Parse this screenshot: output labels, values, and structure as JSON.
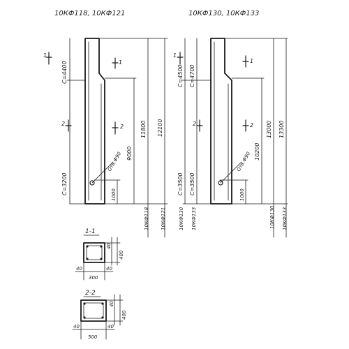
{
  "headings": {
    "left": "10КФ118, 10КФ121",
    "right": "10КФ130, 10КФ133"
  },
  "left_column": {
    "dim_top": "С=4400",
    "dim_bottom": "С=3200",
    "dim_9000": "9000",
    "dim_1000": "1000",
    "dim_11800": "11800",
    "dim_12100": "12100",
    "hole": "Отв.Ф90",
    "mark_a": "10КФ118",
    "mark_b": "10КФ121",
    "cut1": "1",
    "cut2": "2"
  },
  "right_column": {
    "dim_top1": "С=4500",
    "dim_top2": "С=4700",
    "dim_bottom1": "С=3500",
    "dim_bottom2": "С=3500",
    "dim_10200": "10200",
    "dim_1000": "1000",
    "dim_13000": "13000",
    "dim_13300": "13300",
    "hole": "Отв.Ф90",
    "mark_a": "10КФ130",
    "mark_b": "10КФ133",
    "mark_c": "10КФ130",
    "mark_d": "10КФ133",
    "cut1": "1",
    "cut2": "2"
  },
  "section_1": {
    "title": "1-1",
    "d40_a": "40",
    "d40_b": "40",
    "d300": "300",
    "d40_c": "40",
    "d400": "400"
  },
  "section_2": {
    "title": "2-2",
    "d40_a": "40",
    "d40_b": "40",
    "d500": "500",
    "d40_c": "40",
    "d400": "400"
  }
}
